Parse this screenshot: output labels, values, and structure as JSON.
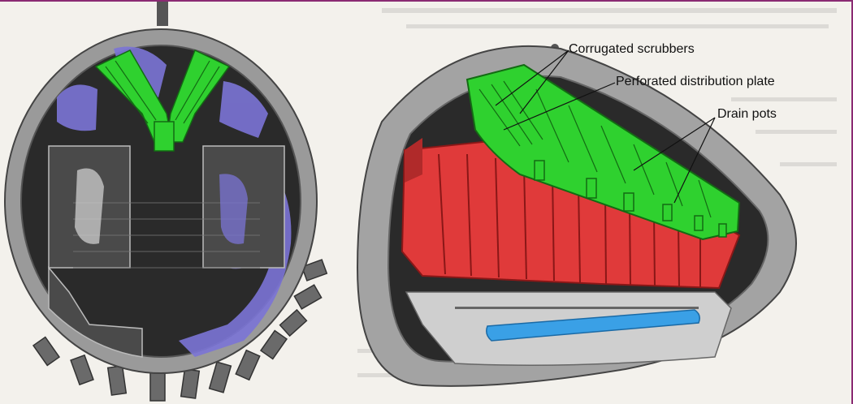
{
  "labels": {
    "corrugated_scrubbers": "Corrugated scrubbers",
    "perforated_plate": "Perforated distribution plate",
    "drain_pots": "Drain pots"
  },
  "colors": {
    "frame": "#8a2b73",
    "shell": "#9a9a9a",
    "scrubber": "#2fd12f",
    "tube_bundle": "#e03a3a",
    "pipe": "#3aa0e6",
    "steam_flow": "#7b74d6",
    "interior": "#2a2a2a"
  },
  "icons": {
    "scrubber_section": "corrugated-scrubber-shape",
    "tube_bundle": "reheater-tube-bundle-shape"
  }
}
